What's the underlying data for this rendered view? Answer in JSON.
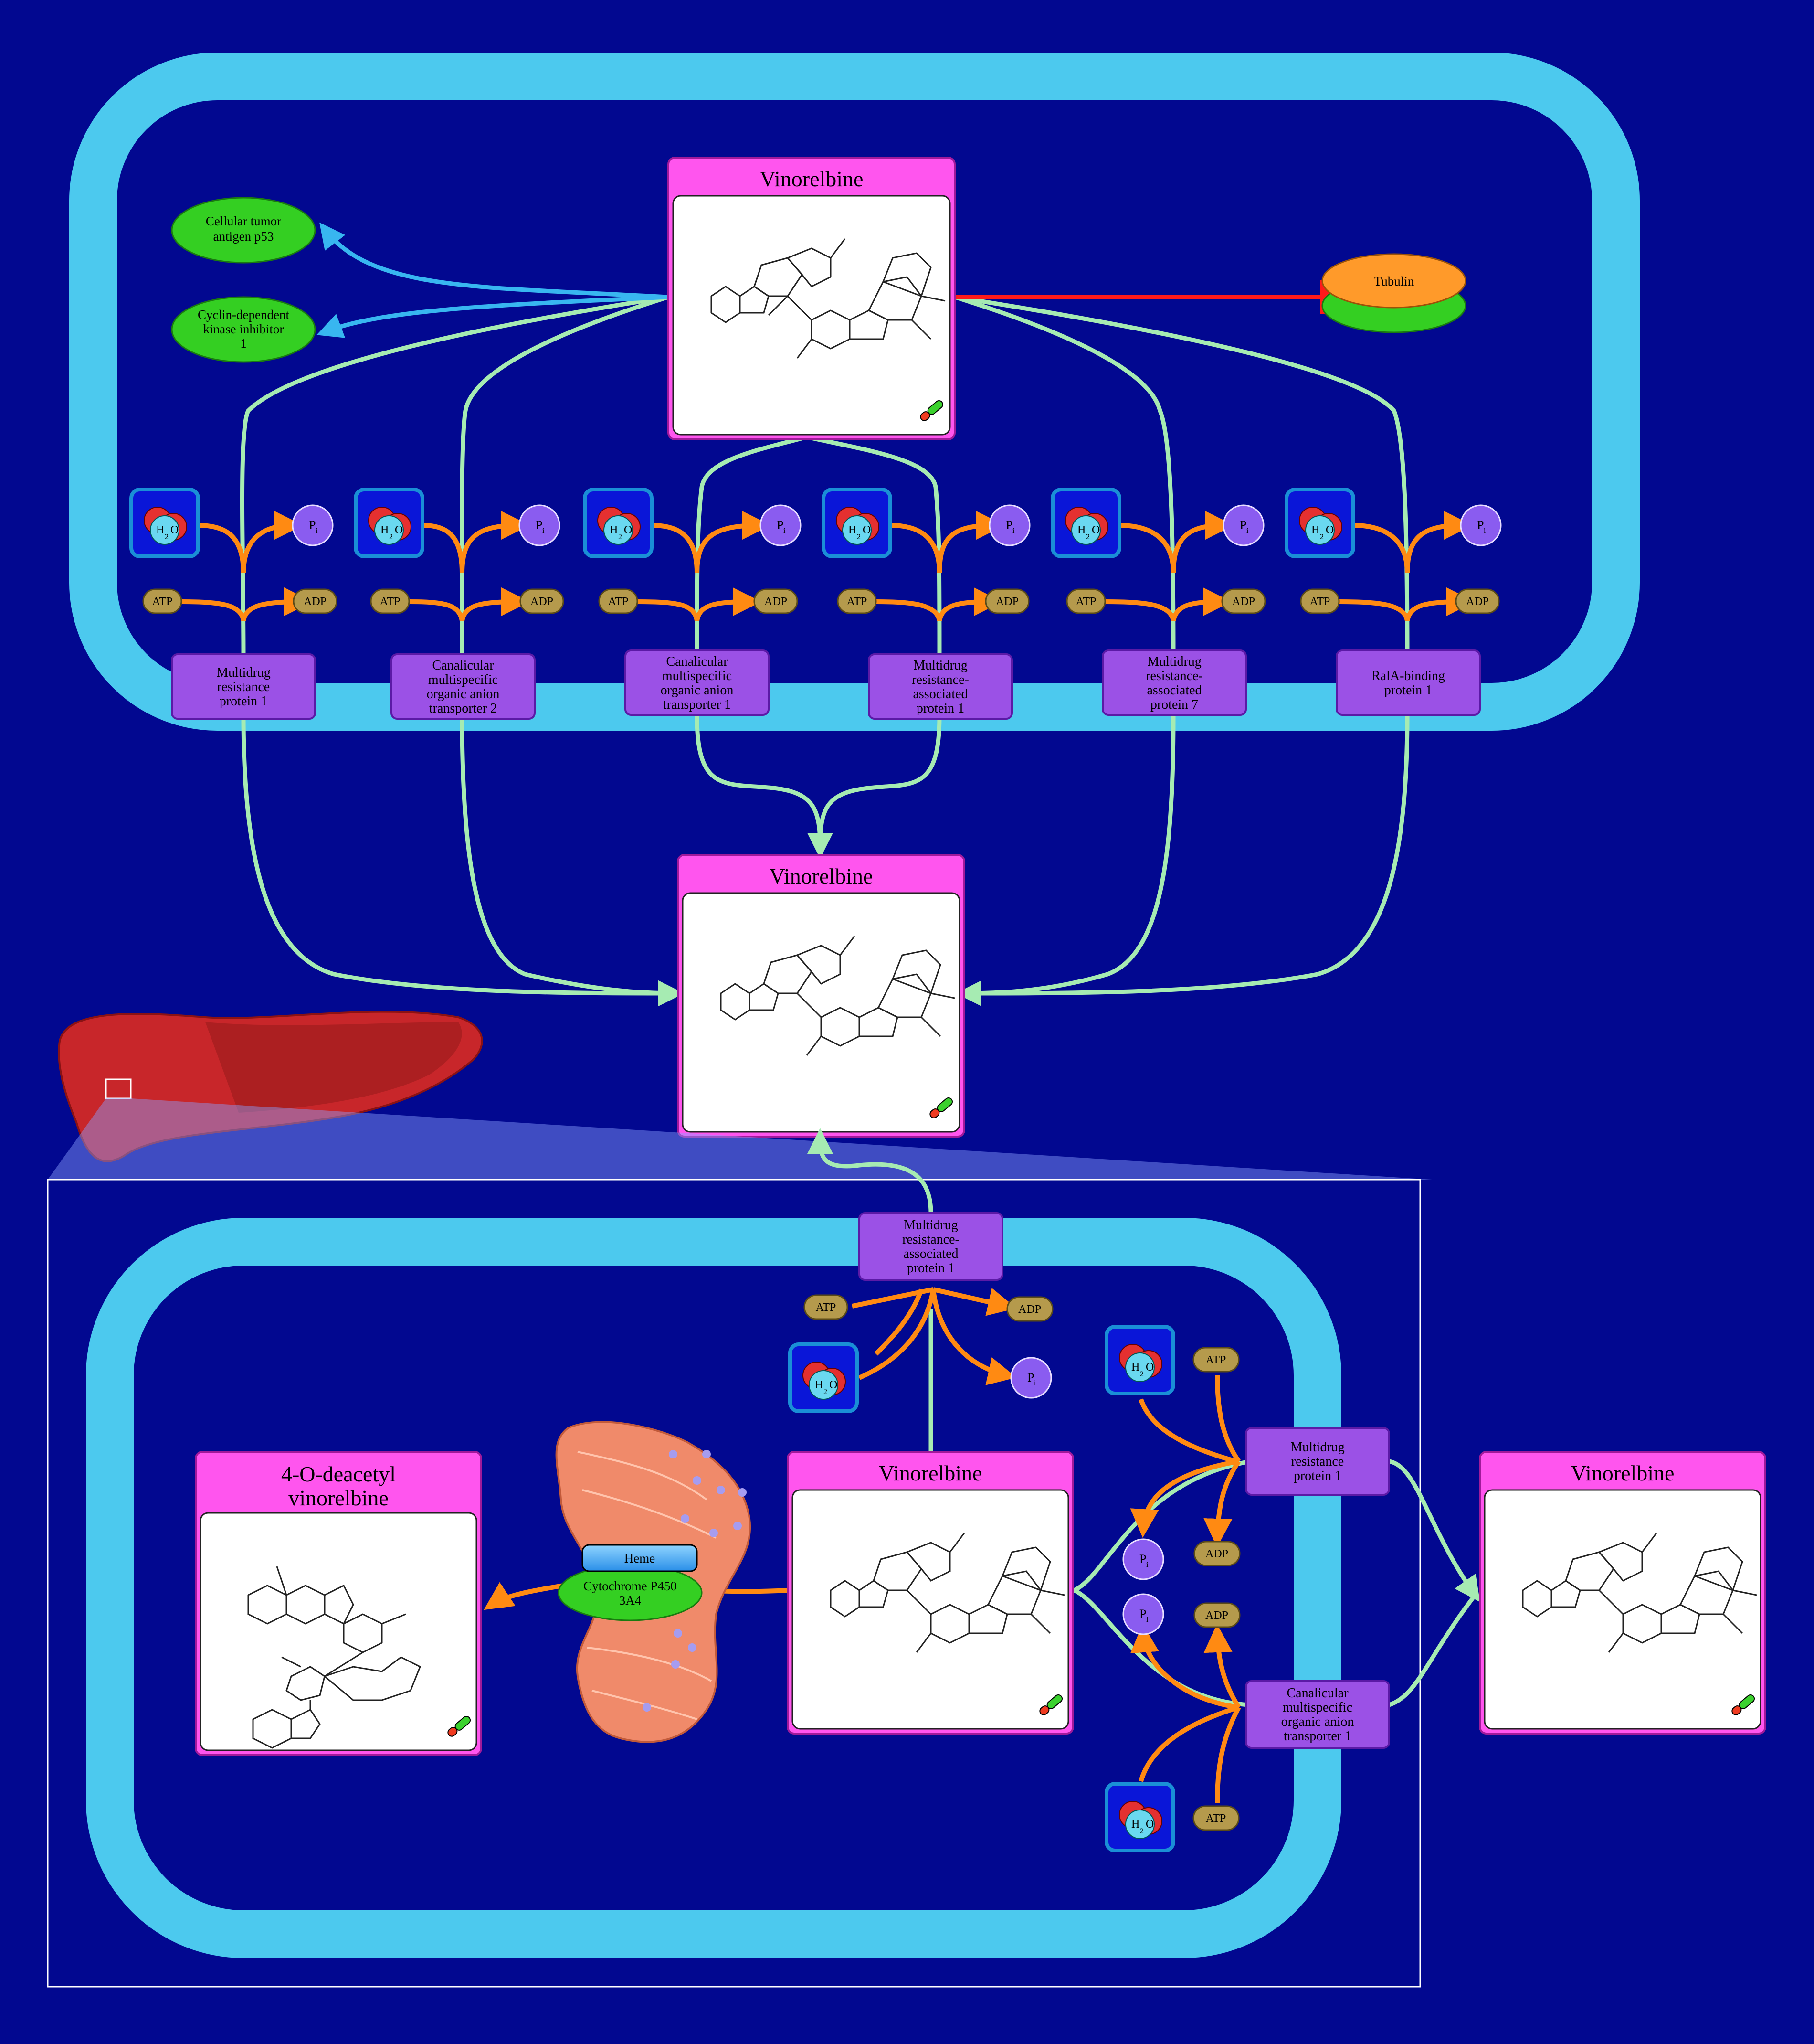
{
  "top_cell": {
    "drug_intracellular": "Vinorelbine",
    "drug_extracellular": "Vinorelbine",
    "targets": {
      "p53": [
        "Cellular tumor",
        "antigen p53"
      ],
      "cdkn1": [
        "Cyclin-dependent",
        "kinase inhibitor",
        "1"
      ],
      "tubulin": "Tubulin"
    },
    "transporters": [
      [
        "Multidrug",
        "resistance",
        "protein 1"
      ],
      [
        "Canalicular",
        "multispecific",
        "organic anion",
        "transporter 2"
      ],
      [
        "Canalicular",
        "multispecific",
        "organic anion",
        "transporter 1"
      ],
      [
        "Multidrug",
        "resistance-",
        "associated",
        "protein 1"
      ],
      [
        "Multidrug",
        "resistance-",
        "associated",
        "protein 7"
      ],
      [
        "RalA-binding",
        "protein 1"
      ]
    ]
  },
  "bottom_cell": {
    "metabolite": [
      "4-O-deacetyl",
      "vinorelbine"
    ],
    "drug_intracellular": "Vinorelbine",
    "drug_extracellular": "Vinorelbine",
    "enzyme": [
      "Cytochrome P450",
      "3A4"
    ],
    "cofactor": "Heme",
    "transporter_top": [
      "Multidrug",
      "resistance-",
      "associated",
      "protein 1"
    ],
    "transporter_right_1": [
      "Multidrug",
      "resistance",
      "protein 1"
    ],
    "transporter_right_2": [
      "Canalicular",
      "multispecific",
      "organic anion",
      "transporter 1"
    ]
  },
  "small_molecules": {
    "atp": "ATP",
    "adp": "ADP",
    "pi": "P",
    "pi_sub": "i",
    "water_h": "H",
    "water_2": "2",
    "water_o": "O"
  },
  "colors": {
    "background": "#020890",
    "membrane": "#4cc9ee",
    "transporter": "#9b51e6",
    "transport_arrow": "#a6ebb2",
    "reaction_arrow": "#ff8a12",
    "activation_arrow": "#38b6f0",
    "inhibition_arrow": "#ff1a1a",
    "drug_card": "#ff55ee",
    "liver": "#c8262a"
  }
}
